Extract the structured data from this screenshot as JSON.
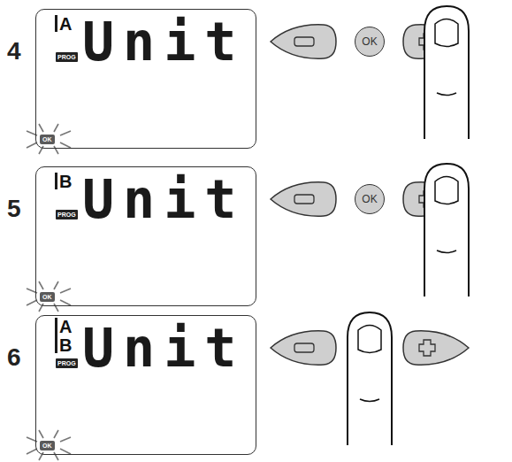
{
  "diagram": {
    "nodes": [
      {
        "text": [
          "A",
          "PROG",
          "Unit",
          "OK"
        ]
      },
      {
        "text": [
          "OK"
        ]
      },
      {
        "text": [
          "B",
          "PROG",
          "Unit",
          "OK"
        ]
      },
      {
        "text": [
          "OK"
        ]
      },
      {
        "text": [
          "A",
          "B",
          "PROG",
          "Unit",
          "OK"
        ]
      }
    ],
    "labels": [
      "4",
      "5",
      "6"
    ]
  }
}
